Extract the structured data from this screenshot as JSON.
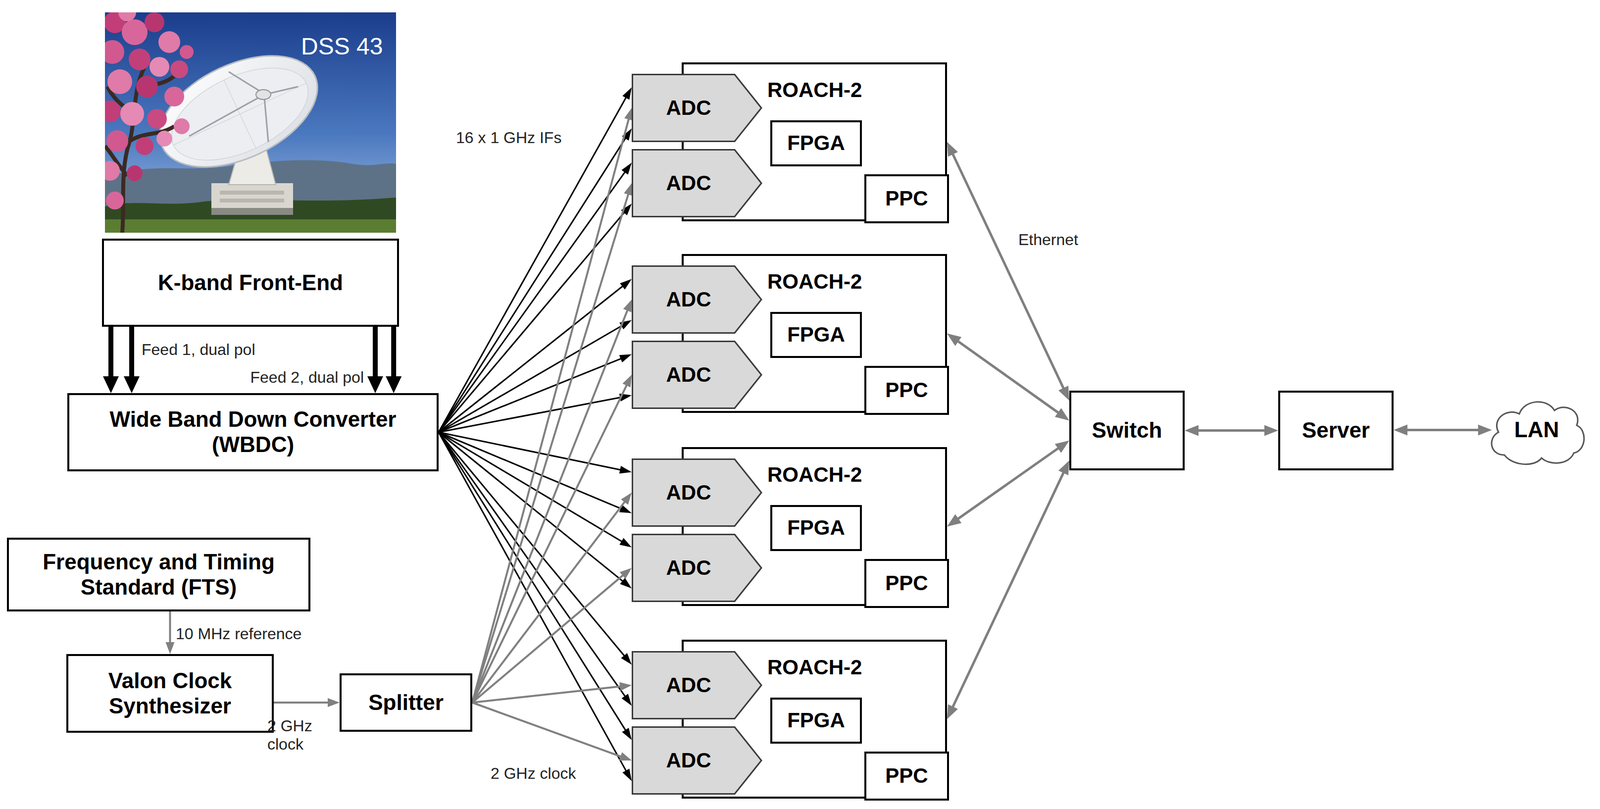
{
  "diagram": {
    "nodes": [
      {
        "text": [
          "K-band Front-End"
        ]
      },
      {
        "text": [
          "Wide Band Down Converter (WBDC)"
        ]
      },
      {
        "text": [
          "Frequency and Timing Standard (FTS)"
        ]
      },
      {
        "text": [
          "Valon Clock Synthesizer"
        ]
      },
      {
        "text": [
          "Splitter"
        ]
      },
      {
        "text": [
          "ROACH-2"
        ]
      },
      {
        "text": [
          "ADC"
        ],
        "in": 5
      },
      {
        "text": [
          "ADC"
        ],
        "in": 5
      },
      {
        "text": [
          "FPGA"
        ],
        "in": 5
      },
      {
        "text": [
          "PPC"
        ],
        "in": 5
      },
      {
        "text": [
          "ROACH-2"
        ]
      },
      {
        "text": [
          "ADC"
        ],
        "in": 10
      },
      {
        "text": [
          "ADC"
        ],
        "in": 10
      },
      {
        "text": [
          "FPGA"
        ],
        "in": 10
      },
      {
        "text": [
          "PPC"
        ],
        "in": 10
      },
      {
        "text": [
          "ROACH-2"
        ]
      },
      {
        "text": [
          "ADC"
        ],
        "in": 15
      },
      {
        "text": [
          "ADC"
        ],
        "in": 15
      },
      {
        "text": [
          "FPGA"
        ],
        "in": 15
      },
      {
        "text": [
          "PPC"
        ],
        "in": 15
      },
      {
        "text": [
          "ROACH-2"
        ]
      },
      {
        "text": [
          "ADC"
        ],
        "in": 20
      },
      {
        "text": [
          "ADC"
        ],
        "in": 20
      },
      {
        "text": [
          "FPGA"
        ],
        "in": 20
      },
      {
        "text": [
          "PPC"
        ],
        "in": 20
      },
      {
        "text": [
          "Switch"
        ]
      },
      {
        "text": [
          "Server"
        ]
      },
      {
        "text": [
          "LAN"
        ]
      }
    ],
    "edges": [
      {
        "from": 0,
        "to": 1,
        "arrow": "to"
      },
      {
        "from": 0,
        "to": 1,
        "arrow": "to"
      },
      {
        "from": 0,
        "to": 1,
        "arrow": "to"
      },
      {
        "from": 0,
        "to": 1,
        "arrow": "to"
      },
      {
        "from": 1,
        "to": 6,
        "arrow": "to"
      },
      {
        "from": 1,
        "to": 6,
        "arrow": "to"
      },
      {
        "from": 1,
        "to": 7,
        "arrow": "to"
      },
      {
        "from": 1,
        "to": 7,
        "arrow": "to"
      },
      {
        "from": 1,
        "to": 11,
        "arrow": "to"
      },
      {
        "from": 1,
        "to": 11,
        "arrow": "to"
      },
      {
        "from": 1,
        "to": 12,
        "arrow": "to"
      },
      {
        "from": 1,
        "to": 12,
        "arrow": "to"
      },
      {
        "from": 1,
        "to": 16,
        "arrow": "to"
      },
      {
        "from": 1,
        "to": 16,
        "arrow": "to"
      },
      {
        "from": 1,
        "to": 17,
        "arrow": "to"
      },
      {
        "from": 1,
        "to": 17,
        "arrow": "to"
      },
      {
        "from": 1,
        "to": 21,
        "arrow": "to"
      },
      {
        "from": 1,
        "to": 21,
        "arrow": "to"
      },
      {
        "from": 1,
        "to": 22,
        "arrow": "to"
      },
      {
        "from": 1,
        "to": 22,
        "arrow": "to"
      },
      {
        "from": 4,
        "to": 6,
        "arrow": "to"
      },
      {
        "from": 4,
        "to": 7,
        "arrow": "to"
      },
      {
        "from": 4,
        "to": 11,
        "arrow": "to"
      },
      {
        "from": 4,
        "to": 12,
        "arrow": "to"
      },
      {
        "from": 4,
        "to": 16,
        "arrow": "to"
      },
      {
        "from": 4,
        "to": 17,
        "arrow": "to"
      },
      {
        "from": 4,
        "to": 21,
        "arrow": "to"
      },
      {
        "from": 4,
        "to": 22,
        "arrow": "to"
      },
      {
        "from": 2,
        "to": 3,
        "arrow": "to"
      },
      {
        "from": 3,
        "to": 4,
        "arrow": "to"
      },
      {
        "from": 5,
        "to": 25,
        "arrow": "both"
      },
      {
        "from": 10,
        "to": 25,
        "arrow": "both"
      },
      {
        "from": 15,
        "to": 25,
        "arrow": "both"
      },
      {
        "from": 20,
        "to": 25,
        "arrow": "both"
      },
      {
        "from": 25,
        "to": 26,
        "arrow": "both"
      },
      {
        "from": 26,
        "to": 27,
        "arrow": "both"
      }
    ],
    "labels": [
      "DSS 43",
      "16 x 1 GHz IFs",
      "Ethernet",
      "Feed 1, dual pol",
      "Feed 2, dual pol",
      "10 MHz reference",
      "2 GHz clock",
      "2 GHz clock"
    ]
  }
}
